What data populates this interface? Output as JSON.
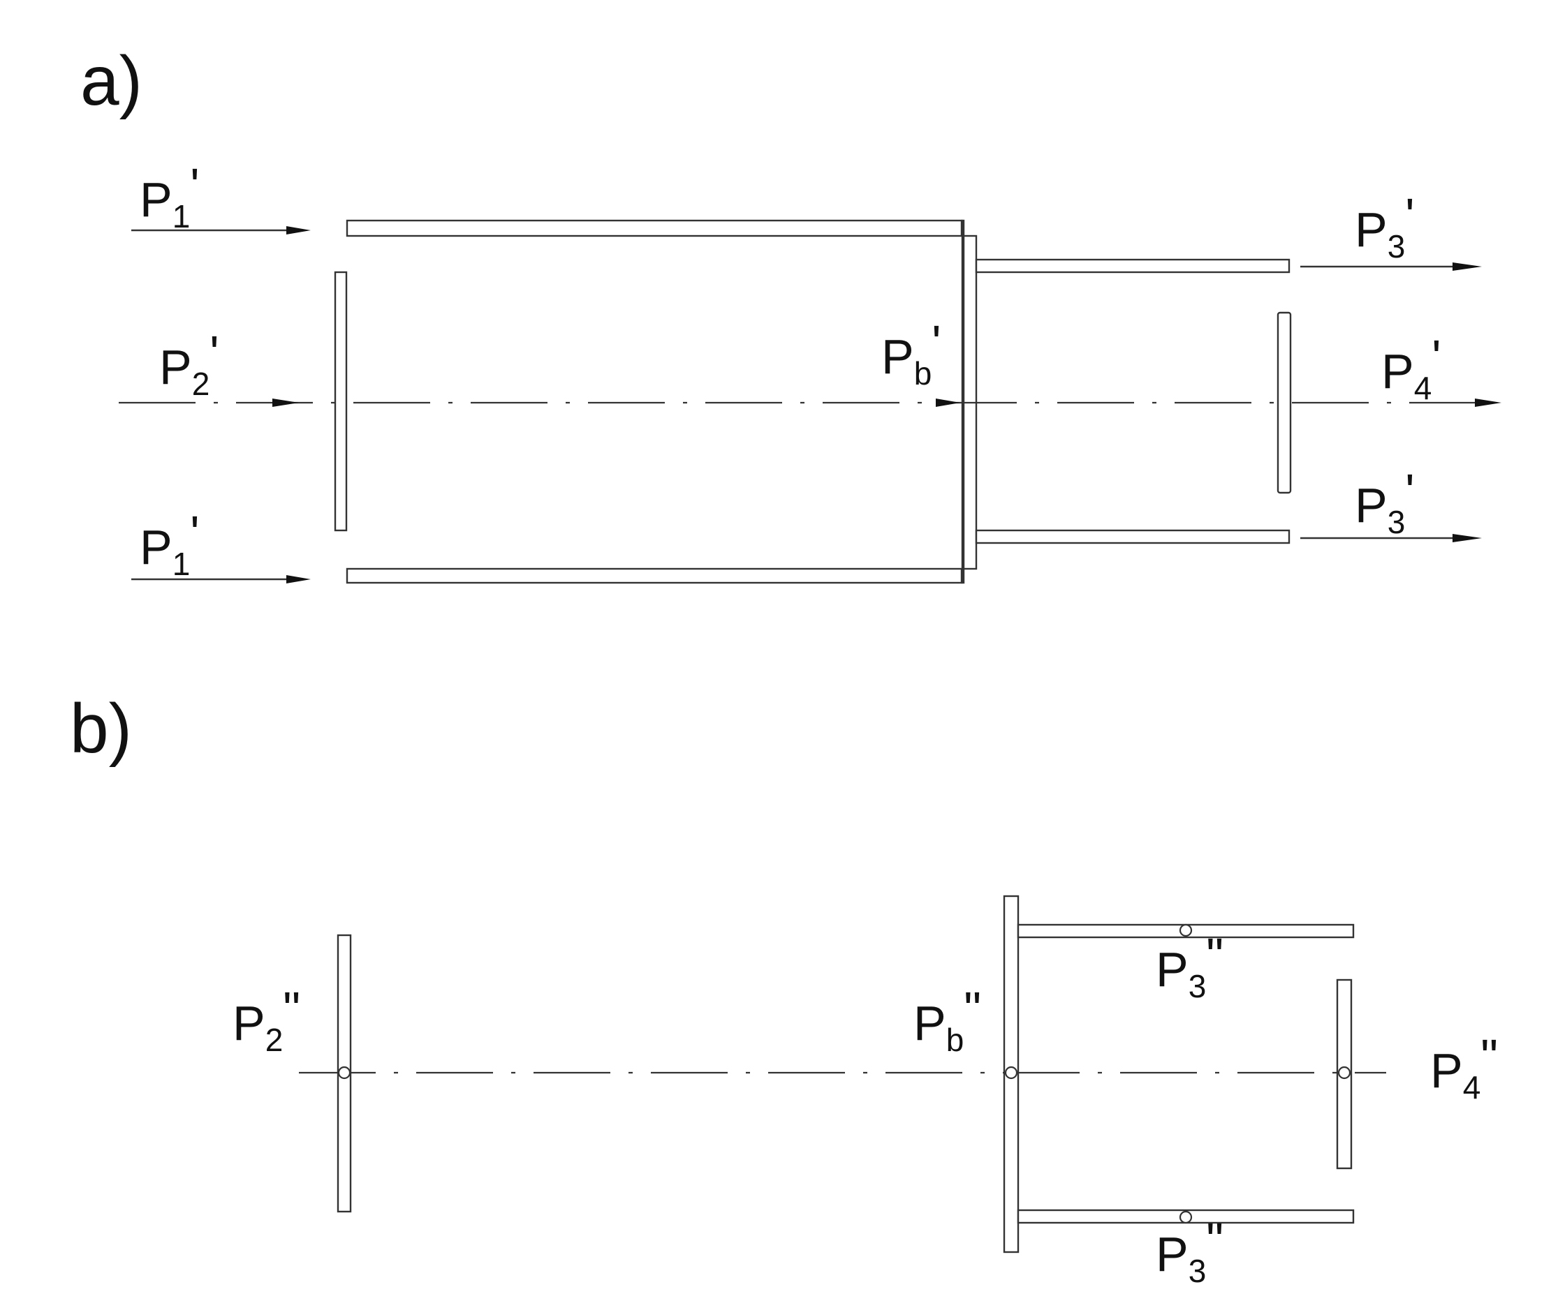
{
  "panel_a": {
    "label": "a)",
    "p1_top": {
      "main": "P",
      "sub": "1",
      "prime": "'"
    },
    "p1_bottom": {
      "main": "P",
      "sub": "1",
      "prime": "'"
    },
    "p2": {
      "main": "P",
      "sub": "2",
      "prime": "'"
    },
    "pb": {
      "main": "P",
      "sub": "b",
      "prime": "'"
    },
    "p3_top": {
      "main": "P",
      "sub": "3",
      "prime": "'"
    },
    "p3_bottom": {
      "main": "P",
      "sub": "3",
      "prime": "'"
    },
    "p4": {
      "main": "P",
      "sub": "4",
      "prime": "'"
    }
  },
  "panel_b": {
    "label": "b)",
    "p2": {
      "main": "P",
      "sub": "2",
      "prime": "\""
    },
    "pb": {
      "main": "P",
      "sub": "b",
      "prime": "\""
    },
    "p3_top": {
      "main": "P",
      "sub": "3",
      "prime": "\""
    },
    "p3_bottom": {
      "main": "P",
      "sub": "3",
      "prime": "\""
    },
    "p4": {
      "main": "P",
      "sub": "4",
      "prime": "\""
    }
  }
}
